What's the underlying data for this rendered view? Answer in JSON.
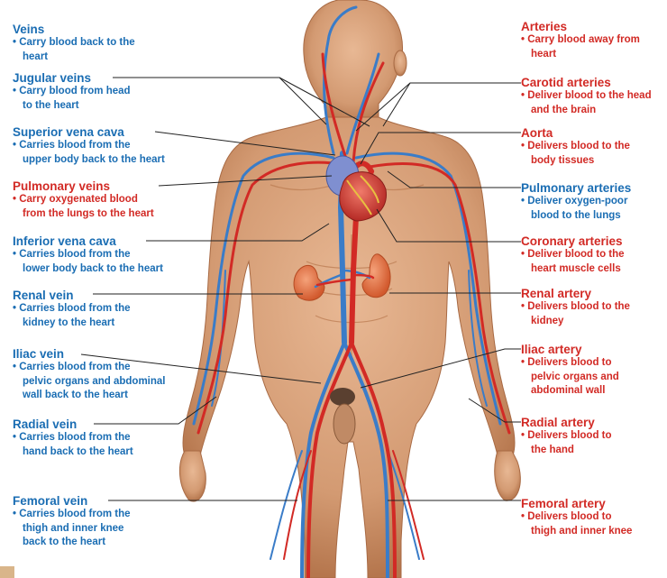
{
  "veins": [
    {
      "title": "Veins",
      "line1": "• Carry blood back to the",
      "line2": "heart",
      "line3": ""
    },
    {
      "title": "Jugular veins",
      "line1": "• Carry blood from head",
      "line2": "to the heart",
      "line3": ""
    },
    {
      "title": "Superior vena cava",
      "line1": "• Carries blood from the",
      "line2": "upper body back to the heart",
      "line3": ""
    },
    {
      "title": "Pulmonary veins",
      "line1": "• Carry oxygenated blood",
      "line2": "from the lungs to the heart",
      "line3": ""
    },
    {
      "title": "Inferior vena cava",
      "line1": "• Carries blood from the",
      "line2": "lower body back to the heart",
      "line3": ""
    },
    {
      "title": "Renal vein",
      "line1": "• Carries blood from the",
      "line2": "kidney to the heart",
      "line3": ""
    },
    {
      "title": "Iliac vein",
      "line1": "• Carries blood from the",
      "line2": "pelvic organs and abdominal",
      "line3": "wall back to the heart"
    },
    {
      "title": "Radial vein",
      "line1": "• Carries blood from the",
      "line2": "hand back to the heart",
      "line3": ""
    },
    {
      "title": "Femoral vein",
      "line1": "• Carries blood from the",
      "line2": "thigh and inner knee",
      "line3": "back to the heart"
    }
  ],
  "arteries": [
    {
      "title": "Arteries",
      "line1": "• Carry blood away from",
      "line2": "heart",
      "line3": ""
    },
    {
      "title": "Carotid arteries",
      "line1": "• Deliver blood to the head",
      "line2": "and the brain",
      "line3": ""
    },
    {
      "title": "Aorta",
      "line1": "• Delivers blood to the",
      "line2": "body tissues",
      "line3": ""
    },
    {
      "title": "Pulmonary arteries",
      "line1": "• Deliver oxygen-poor",
      "line2": "blood to the lungs",
      "line3": ""
    },
    {
      "title": "Coronary arteries",
      "line1": "• Deliver blood to the",
      "line2": "heart muscle cells",
      "line3": ""
    },
    {
      "title": "Renal artery",
      "line1": "• Delivers blood to the",
      "line2": "kidney",
      "line3": ""
    },
    {
      "title": "Iliac artery",
      "line1": "• Delivers blood to",
      "line2": "pelvic organs and",
      "line3": "abdominal wall"
    },
    {
      "title": "Radial artery",
      "line1": "• Delivers blood to",
      "line2": "the hand",
      "line3": ""
    },
    {
      "title": "Femoral artery",
      "line1": "• Delivers blood to",
      "line2": "thigh and inner knee",
      "line3": ""
    }
  ],
  "colors": {
    "vein": "#1a6db3",
    "artery": "#d22a25",
    "skin": "#d9a27c",
    "skin_shadow": "#b9794f",
    "kidney": "#e0683a",
    "heart": "#d4483a"
  }
}
